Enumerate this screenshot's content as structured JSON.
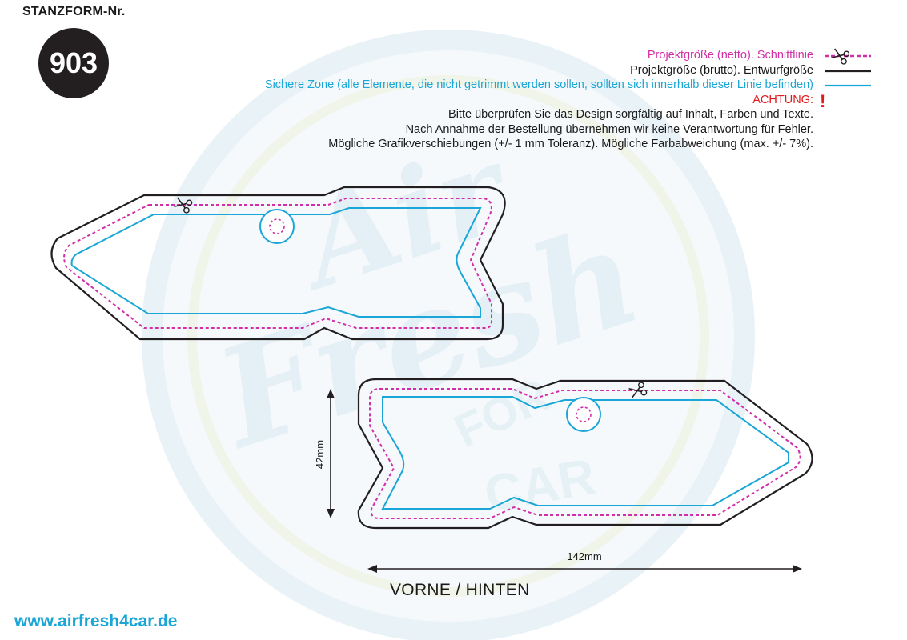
{
  "header": {
    "label": "STANZFORM-Nr.",
    "number": "903"
  },
  "legend": {
    "cut_line": "Projektgröße (netto). Schnittlinie",
    "bleed_line": "Projektgröße (brutto). Entwurfgröße",
    "safe_zone": "Sichere Zone (alle Elemente, die nicht getrimmt werden sollen, sollten sich innerhalb dieser Linie befinden)",
    "warning_label": "ACHTUNG:",
    "warning_mark": "!",
    "notes": [
      "Bitte überprüfen Sie das Design sorgfältig auf Inhalt, Farben und Texte.",
      "Nach Annahme der Bestellung übernehmen wir keine Verantwortung für Fehler.",
      "Mögliche Grafikverschiebungen (+/- 1 mm Toleranz). Mögliche Farbabweichung (max. +/- 7%)."
    ]
  },
  "dimensions": {
    "height": "42mm",
    "width": "142mm"
  },
  "caption": "VORNE / HINTEN",
  "website": "www.airfresh4car.de",
  "watermark": {
    "lines": [
      "Air",
      "Fresh",
      "FOR",
      "CAR"
    ]
  },
  "colors": {
    "cut_line": "#d12ea8",
    "bleed_line": "#231f20",
    "safe_zone": "#1aa6d6",
    "warning": "#e3191b",
    "watermark": "#dcecf4"
  },
  "icons": {
    "cut": "scissors-icon",
    "warning": "exclamation-icon"
  }
}
